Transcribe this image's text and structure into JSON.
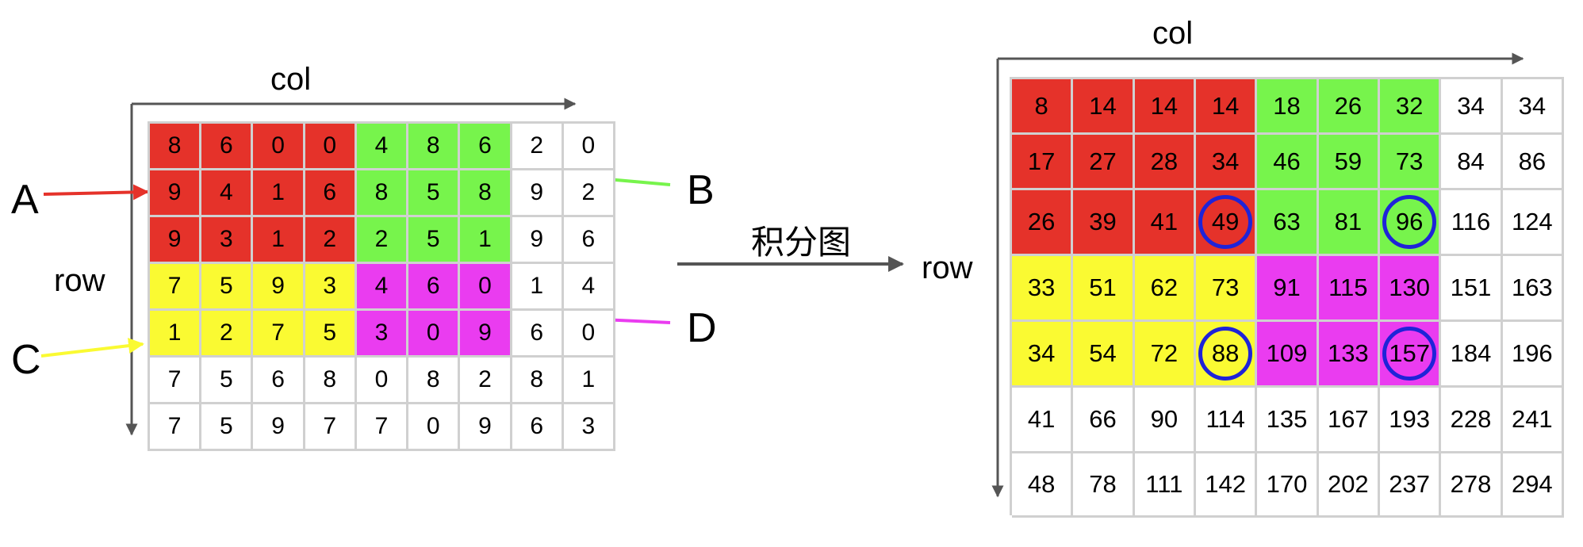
{
  "colors": {
    "red": "#e5322a",
    "green": "#77f44c",
    "yellow": "#fafa32",
    "magenta": "#ea3cf0",
    "circle": "#1f23d8",
    "axis": "#555555",
    "grid": "#d0d0d0"
  },
  "left": {
    "col_label": "col",
    "row_label": "row",
    "region_a": "A",
    "region_b": "B",
    "region_c": "C",
    "region_d": "D",
    "matrix": [
      [
        8,
        6,
        0,
        0,
        4,
        8,
        6,
        2,
        0
      ],
      [
        9,
        4,
        1,
        6,
        8,
        5,
        8,
        9,
        2
      ],
      [
        9,
        3,
        1,
        2,
        2,
        5,
        1,
        9,
        6
      ],
      [
        7,
        5,
        9,
        3,
        4,
        6,
        0,
        1,
        4
      ],
      [
        1,
        2,
        7,
        5,
        3,
        0,
        9,
        6,
        0
      ],
      [
        7,
        5,
        6,
        8,
        0,
        8,
        2,
        8,
        1
      ],
      [
        7,
        5,
        9,
        7,
        7,
        0,
        9,
        6,
        3
      ]
    ]
  },
  "transform_label": "积分图",
  "right": {
    "col_label": "col",
    "row_label": "row",
    "matrix": [
      [
        8,
        14,
        14,
        14,
        18,
        26,
        32,
        34,
        34
      ],
      [
        17,
        27,
        28,
        34,
        46,
        59,
        73,
        84,
        86
      ],
      [
        26,
        39,
        41,
        49,
        63,
        81,
        96,
        116,
        124
      ],
      [
        33,
        51,
        62,
        73,
        91,
        115,
        130,
        151,
        163
      ],
      [
        34,
        54,
        72,
        88,
        109,
        133,
        157,
        184,
        196
      ],
      [
        41,
        66,
        90,
        114,
        135,
        167,
        193,
        228,
        241
      ],
      [
        48,
        78,
        111,
        142,
        170,
        202,
        237,
        278,
        294
      ]
    ],
    "circled": [
      [
        2,
        3
      ],
      [
        2,
        6
      ],
      [
        4,
        3
      ],
      [
        4,
        6
      ]
    ]
  }
}
